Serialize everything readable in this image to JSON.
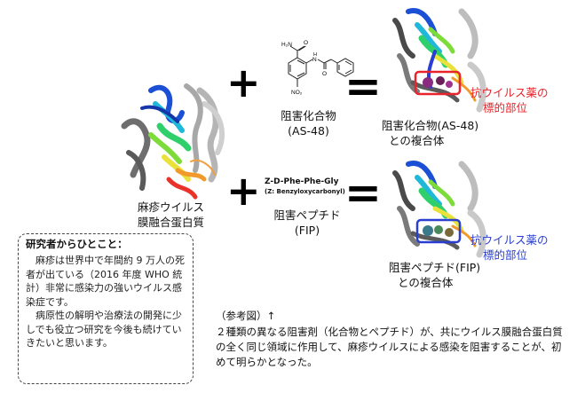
{
  "measles_protein": {
    "label_line1": "麻疹ウイルス",
    "label_line2": "膜融合蛋白質"
  },
  "compound": {
    "name": "阻害化合物",
    "code": "(AS-48)",
    "atoms": {
      "n_amide": "H₂N",
      "o_amide": "O",
      "nh": "N",
      "h": "H",
      "o_carbonyl": "O",
      "nitro": "NO₂"
    }
  },
  "peptide": {
    "sequence": "Z-D-Phe-Phe-Gly",
    "z_group": "(Z: Benzyloxycarbonyl)",
    "name": "阻害ペプチド",
    "code": "(FIP)"
  },
  "complex1": {
    "line1": "阻害化合物(AS-48)",
    "line2": "との複合体"
  },
  "complex2": {
    "line1": "阻害ペプチド(FIP)",
    "line2": "との複合体"
  },
  "target1": {
    "line1": "抗ウイルス薬の",
    "line2": "標的部位"
  },
  "target2": {
    "line1": "抗ウイルス薬の",
    "line2": "標的部位"
  },
  "operators": {
    "plus": "+",
    "equals": "="
  },
  "researcher_box": {
    "title": "研究者からひとこと：",
    "para1": "麻疹は世界中で年間約 9 万人の死者が出ている（2016 年度 WHO 統計）非常に感染力の強いウイルス感染症です。",
    "para2": "病原性の解明や治療法の開発に少しでも役立つ研究を今後も続けていきたいと思います。"
  },
  "reference": {
    "title": "（参考図）↑",
    "body": "２種類の異なる阻害剤（化合物とペプチド）が、共にウイルス膜融合蛋白質の全く同じ領域に作用して、麻疹ウイルスによる感染を阻害することが、初めて明らかとなった。"
  },
  "colors": {
    "red": "#e8232a",
    "blue": "#2a3fd1"
  }
}
